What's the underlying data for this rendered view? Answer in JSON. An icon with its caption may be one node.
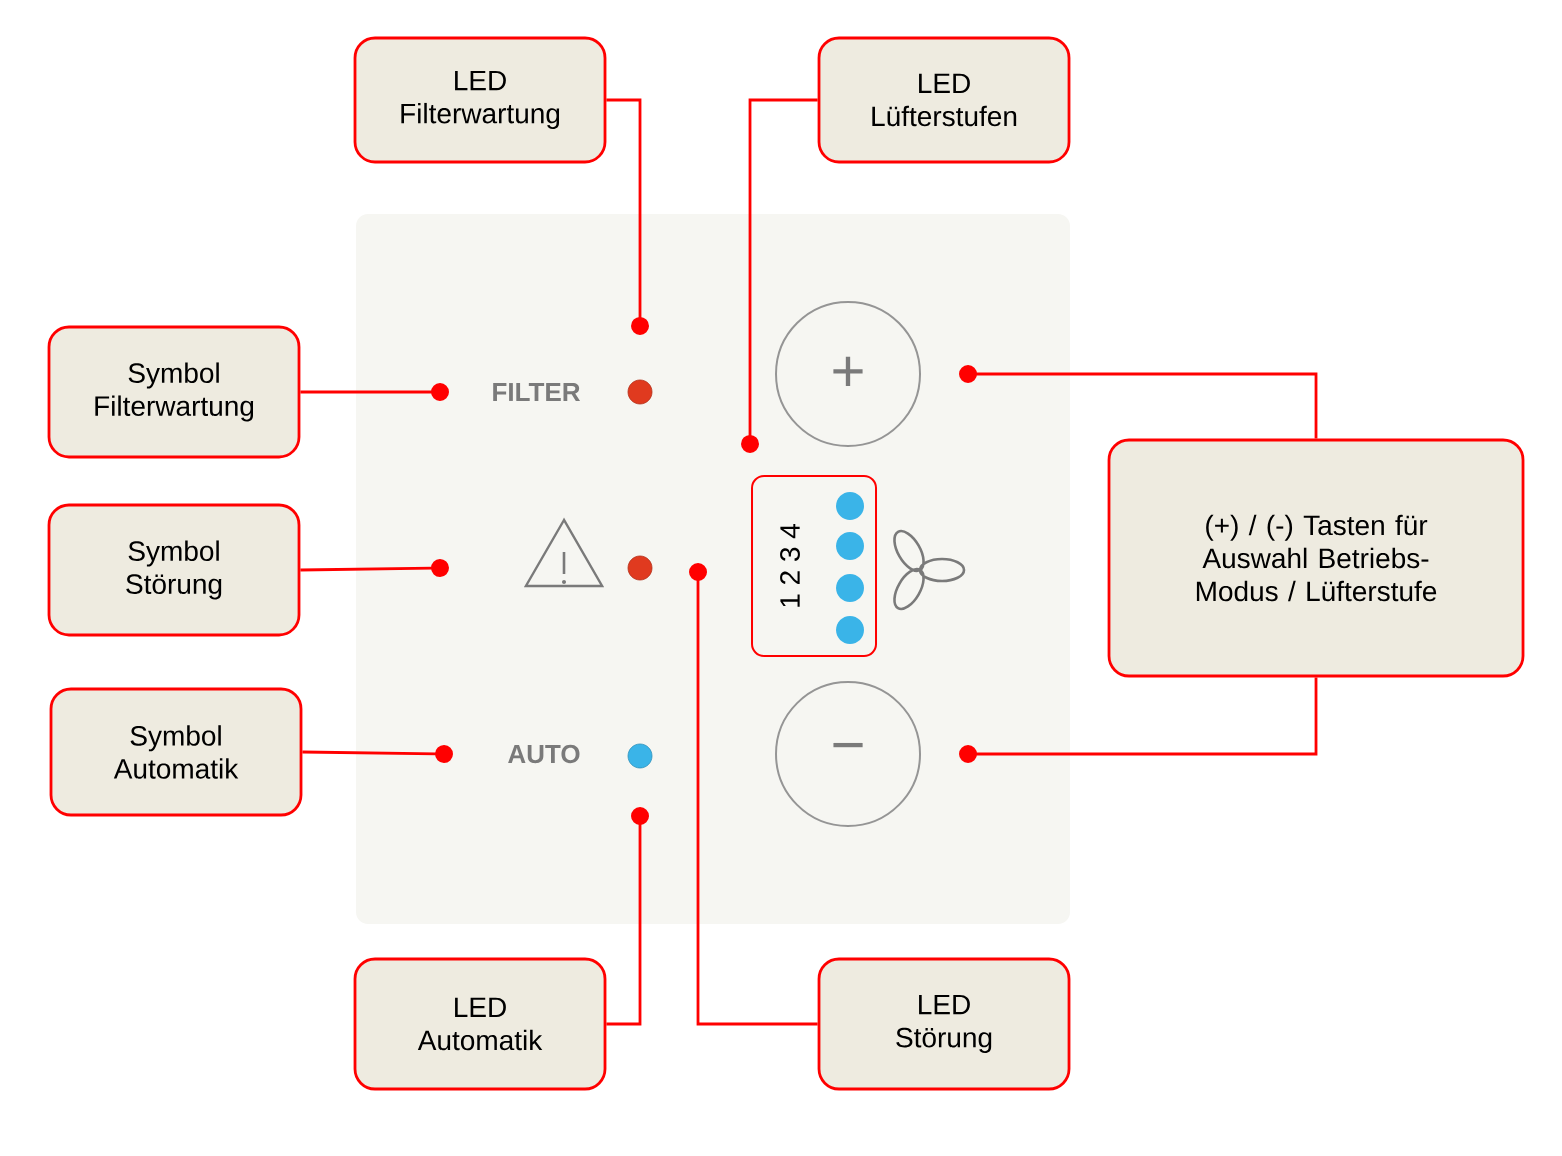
{
  "diagram": {
    "nodes": [
      {
        "text": [
          "LED Filterwartung"
        ]
      },
      {
        "text": [
          "LED Lüfterstufen"
        ]
      },
      {
        "text": [
          "Symbol Filterwartung"
        ]
      },
      {
        "text": [
          "Symbol Störung"
        ]
      },
      {
        "text": [
          "Symbol Automatik"
        ]
      },
      {
        "text": [
          "(+) / (-) Tasten für Auswahl Betriebs-Modus / Lüfterstufe"
        ]
      },
      {
        "text": [
          "LED Automatik"
        ]
      },
      {
        "text": [
          "LED Störung"
        ]
      },
      {
        "text": [
          "FILTER"
        ]
      },
      {
        "text": [],
        "shape": "circle"
      },
      {
        "text": [],
        "shape": "triangle"
      },
      {
        "text": [],
        "shape": "circle"
      },
      {
        "text": [
          "AUTO"
        ]
      },
      {
        "text": [],
        "shape": "circle"
      },
      {
        "text": [
          "1 2 3 4"
        ]
      },
      {
        "text": [
          "+"
        ]
      },
      {
        "text": [
          "−"
        ]
      }
    ],
    "edges": [
      {
        "from": 0,
        "to": 9,
        "arrow": "other"
      },
      {
        "from": 1,
        "to": 14,
        "arrow": "other"
      },
      {
        "from": 2,
        "to": 8,
        "arrow": "other"
      },
      {
        "from": 3,
        "to": 10,
        "arrow": "other"
      },
      {
        "from": 4,
        "to": 12,
        "arrow": "other"
      },
      {
        "from": 5,
        "to": 15,
        "arrow": "other"
      },
      {
        "from": 5,
        "to": 16,
        "arrow": "other"
      },
      {
        "from": 6,
        "to": 13,
        "arrow": "other"
      },
      {
        "from": 7,
        "to": 11,
        "arrow": "other"
      }
    ]
  }
}
